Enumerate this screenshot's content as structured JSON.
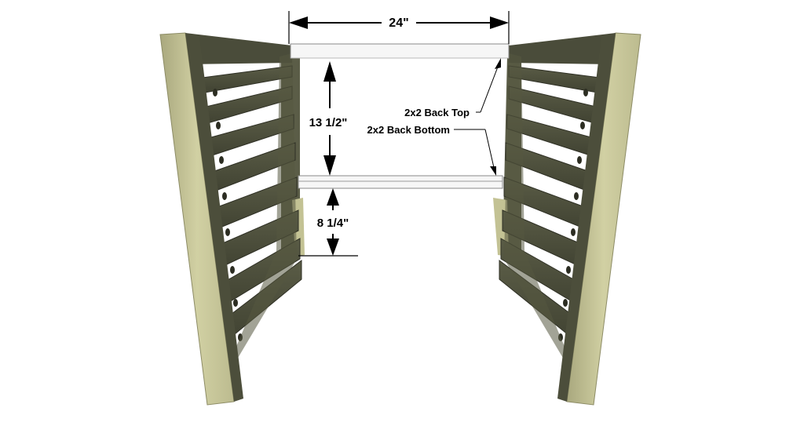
{
  "dimensions": {
    "width_label": "24\"",
    "height_upper_label": "13 1/2\"",
    "height_lower_label": "8 1/4\""
  },
  "callouts": {
    "back_top": "2x2 Back Top",
    "back_bottom": "2x2 Back Bottom"
  },
  "colors": {
    "slat_dark": "#4d4f3c",
    "post_light": "#c8c79a",
    "post_shadow": "#a3a27a",
    "rail_white": "#f4f4f4"
  }
}
